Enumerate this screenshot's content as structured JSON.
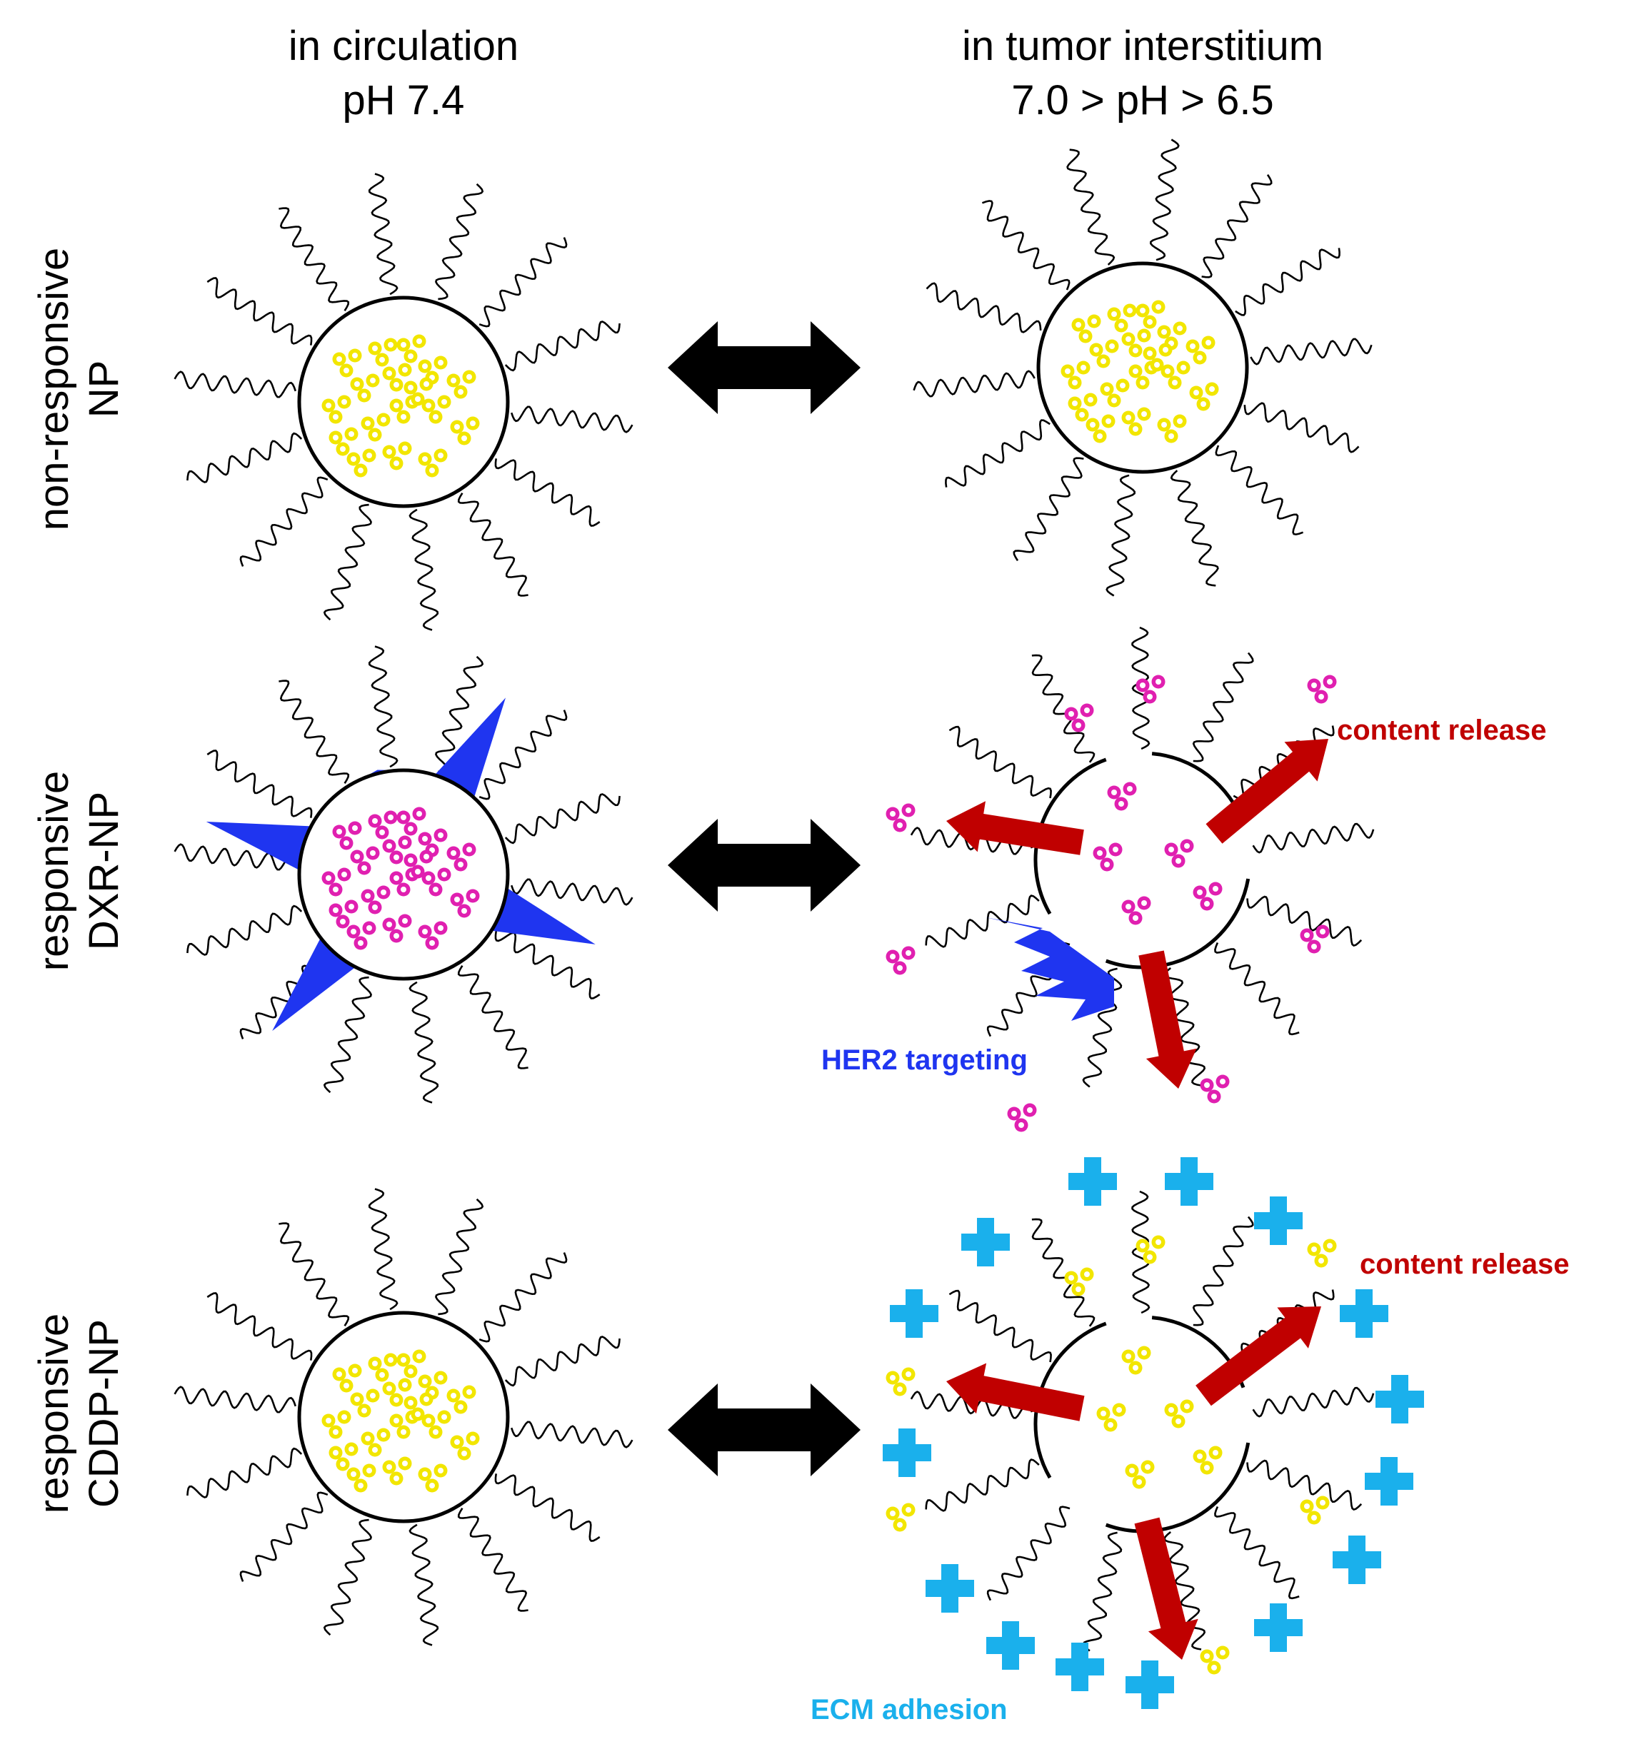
{
  "columns": [
    {
      "line1": "in circulation",
      "line2": "pH 7.4"
    },
    {
      "line1": "in tumor interstitium",
      "line2": "7.0 > pH > 6.5"
    }
  ],
  "rows": [
    {
      "line1": "non-responsive",
      "line2": "NP"
    },
    {
      "line1": "responsive",
      "line2": "DXR-NP"
    },
    {
      "line1": "responsive",
      "line2": "CDDP-NP"
    }
  ],
  "annotations": {
    "content_release_1": "content release",
    "her2_targeting": "HER2 targeting",
    "content_release_2": "content release",
    "ecm_adhesion": "ECM adhesion"
  },
  "colors": {
    "drug_yellow": "#f2e600",
    "drug_magenta": "#e020b0",
    "her2_blue": "#1f35f0",
    "ecm_cyan": "#1ab0ec",
    "release_red": "#c00000",
    "annotation_red": "#c00000",
    "annotation_blue": "#1f35f0",
    "annotation_cyan": "#1ab0ec"
  }
}
